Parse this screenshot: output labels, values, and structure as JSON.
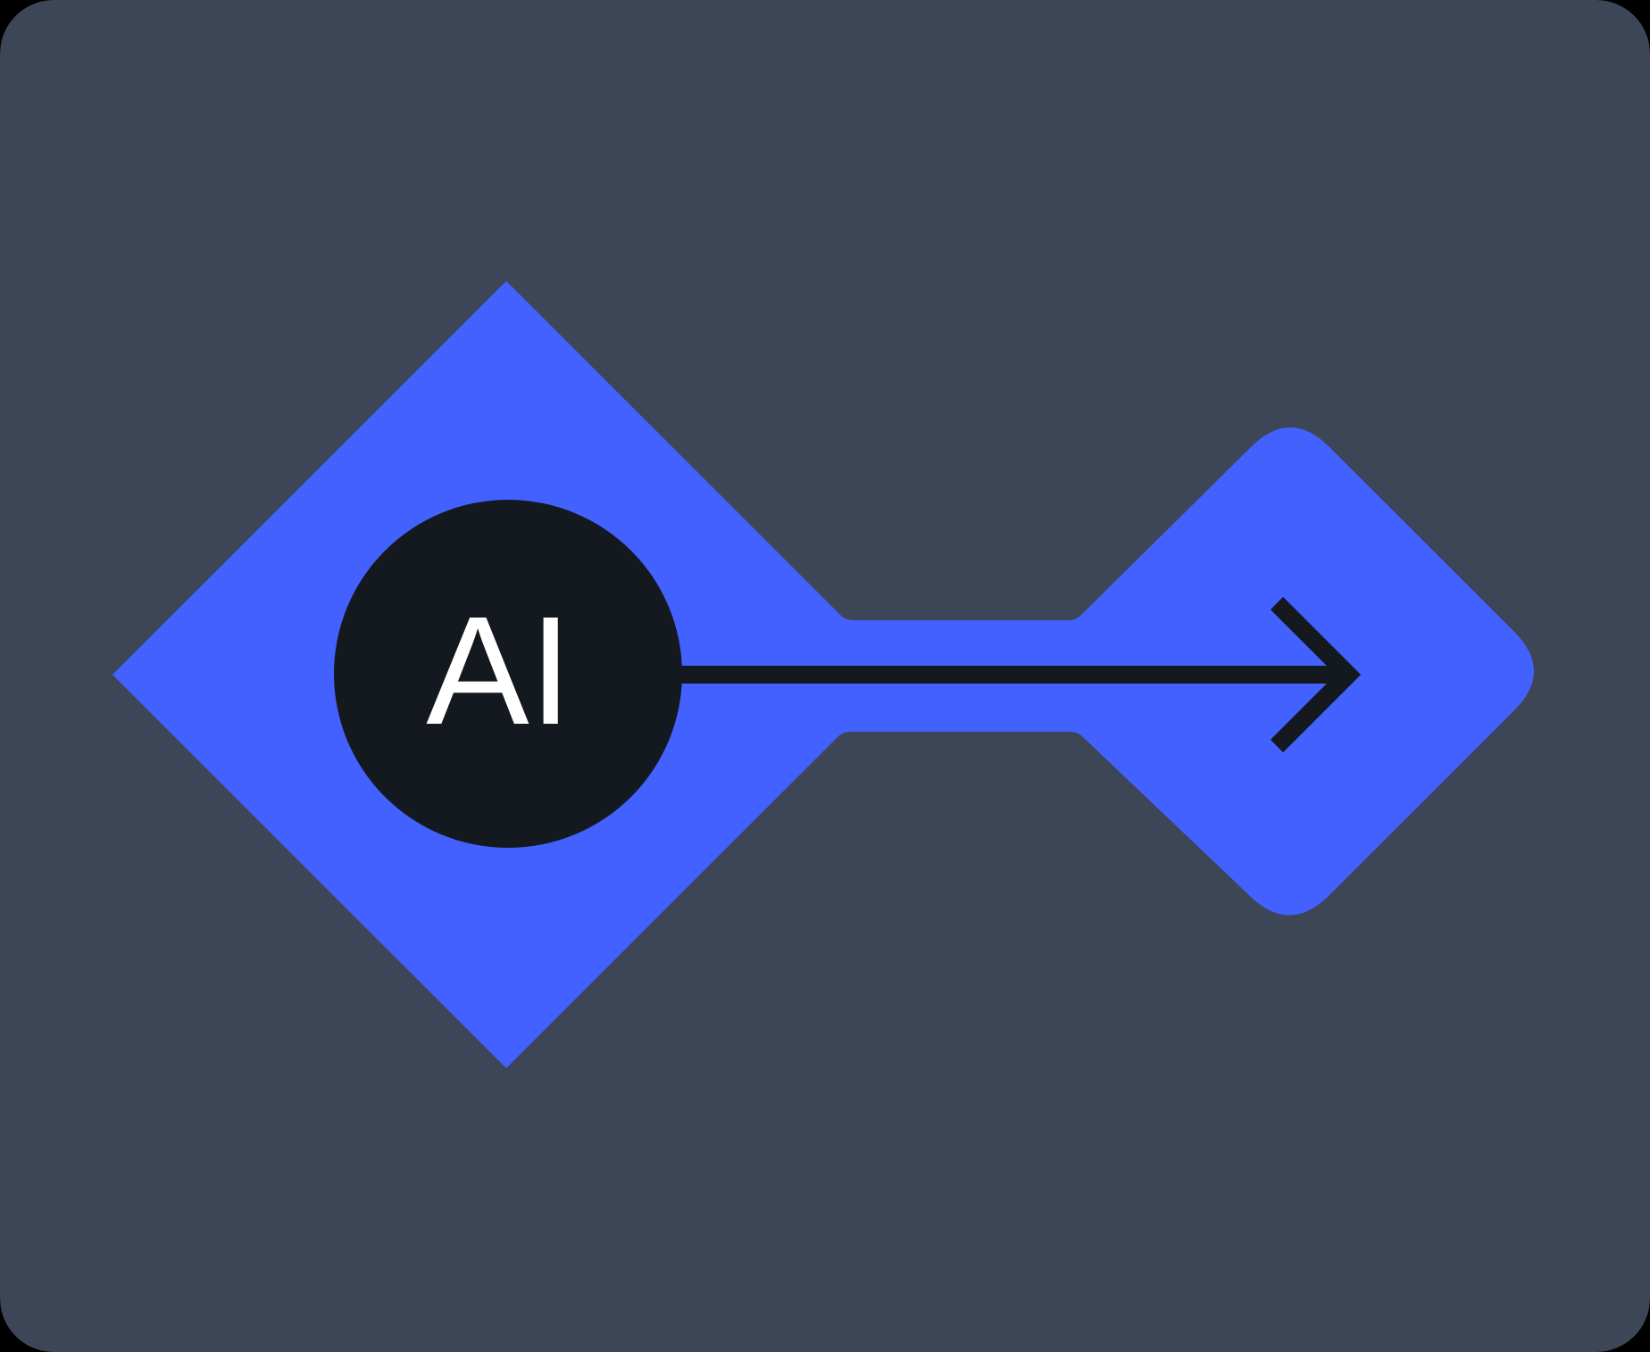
{
  "graphic": {
    "label": "AI",
    "description": "AI node connected by an arrow to a destination diamond"
  },
  "colors": {
    "card_background": "#3D4656",
    "page_background": "#000000",
    "shape_blue": "#4361FF",
    "node_dark": "#141920",
    "arrow_dark": "#141920",
    "label_text": "#FFFFFF"
  },
  "icons": {
    "source_node": "circle-node-icon",
    "connector": "arrow-right-icon",
    "source_shape": "diamond-shape",
    "target_shape": "rounded-diamond-shape"
  }
}
